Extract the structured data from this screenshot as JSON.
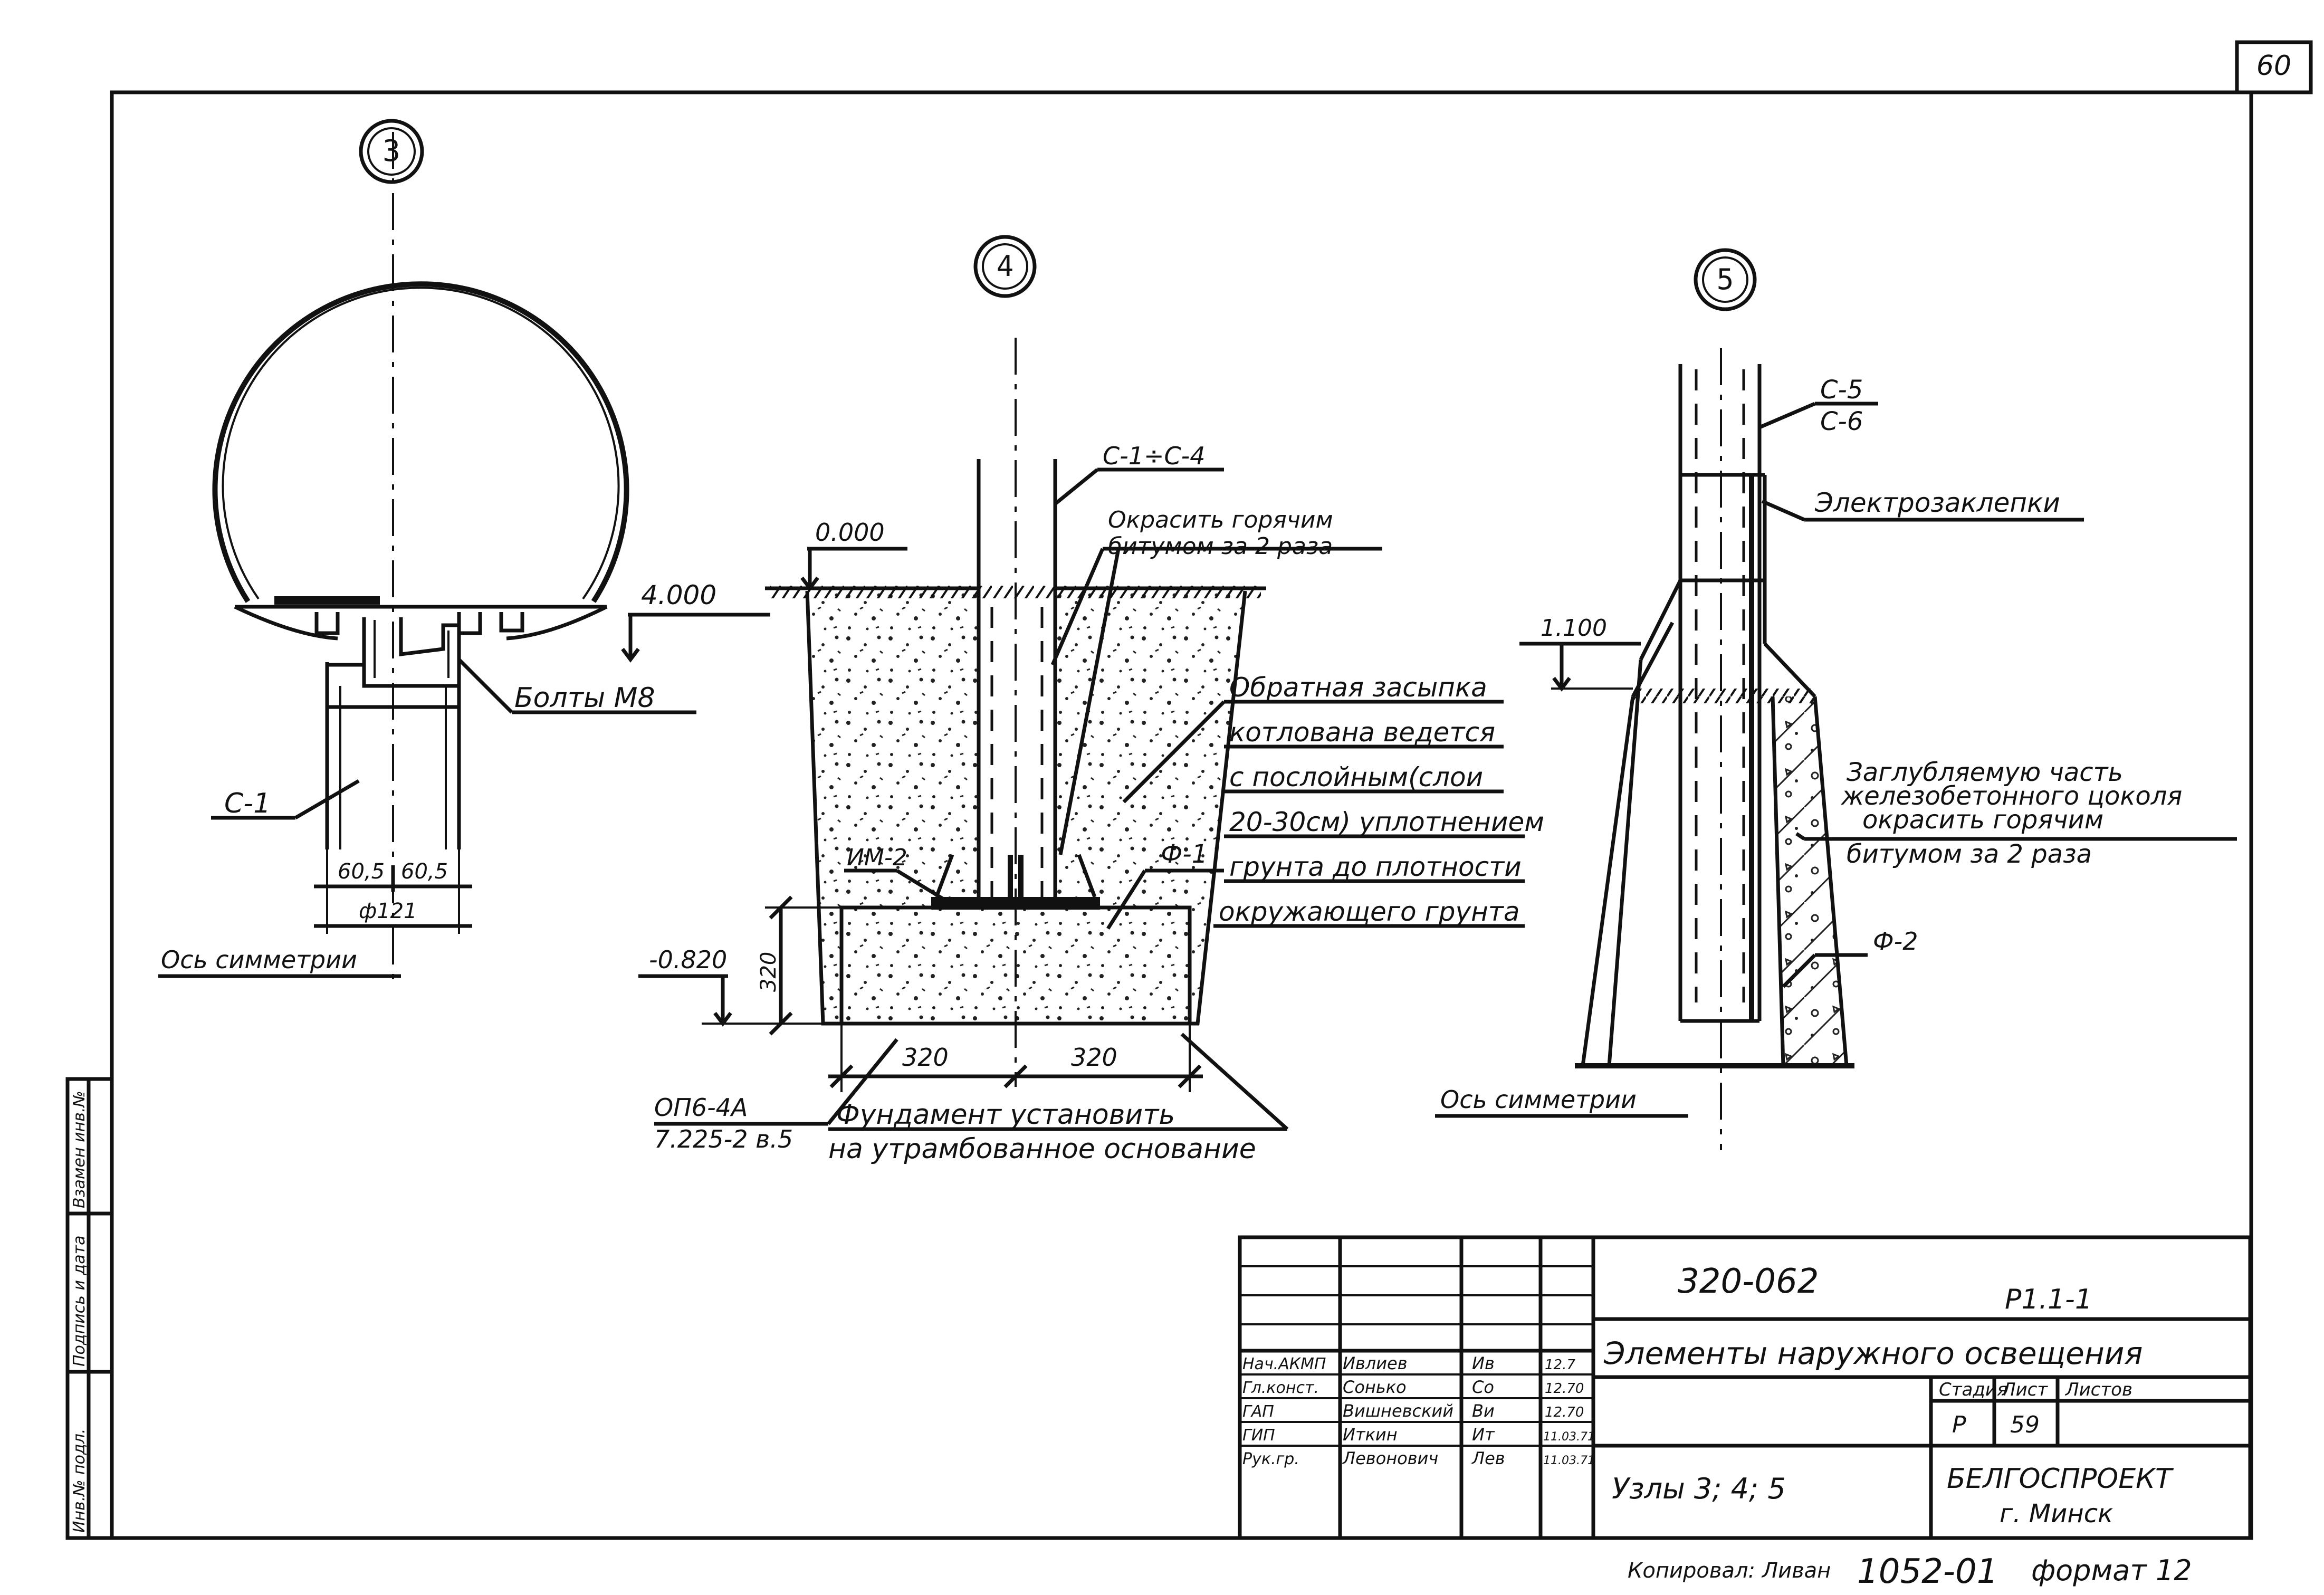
{
  "sheet": {
    "page_number": "60",
    "copied_by": "Копировал:",
    "copied_signature": "Ливан",
    "order_number": "1052-01",
    "format": "формат 12"
  },
  "node3": {
    "marker": "3",
    "level": "4.000",
    "bolts": "Болты М8",
    "part": "С-1",
    "dim_left": "60,5",
    "dim_right": "60,5",
    "diameter": "ф121",
    "axis_label": "Ось симметрии"
  },
  "node4": {
    "marker": "4",
    "pole": "С-1÷С-4",
    "level_top": "0.000",
    "paint_note_1": "Окрасить горячим",
    "paint_note_2": "битумом за 2 раза",
    "fill_lines": [
      "Обратная засыпка",
      "котлована ведется",
      "с послойным(слои",
      "20-30см) уплотнением",
      "грунта до плотности",
      "окружающего грунта"
    ],
    "plate": "ИМ-2",
    "foundation": "Ф-1",
    "level_bottom": "-0.820",
    "depth": "320",
    "dim_left": "320",
    "dim_right": "320",
    "reference_1": "ОП6-4А",
    "reference_2": "7.225-2 в.5",
    "base_note_1": "Фундамент установить",
    "base_note_2": "на утрамбованное основание"
  },
  "node5": {
    "marker": "5",
    "pole_1": "С-5",
    "pole_2": "С-6",
    "rivets": "Электрозаклепки",
    "level": "1.100",
    "note_lines": [
      "Заглубляемую часть",
      "железобетонного цоколя",
      "окрасить горячим",
      "битумом за 2 раза"
    ],
    "foundation": "Ф-2",
    "axis_label": "Ось симметрии"
  },
  "title_block": {
    "doc_code": "320-062",
    "sheet_code": "Р1.1-1",
    "title": "Элементы наружного освещения",
    "subtitle": "Узлы 3; 4; 5",
    "organization_1": "БЕЛГОСПРОЕКТ",
    "organization_2": "г. Минск",
    "col_stage": "Стадия",
    "col_sheet": "Лист",
    "col_sheets": "Листов",
    "stage": "Р",
    "sheet": "59",
    "staff": [
      {
        "role": "Нач.АКМП",
        "name": "Ивлиев",
        "sign": "Ив",
        "date": "12.7"
      },
      {
        "role": "Гл.конст.",
        "name": "Сонько",
        "sign": "Со",
        "date": "12.70"
      },
      {
        "role": "ГАП",
        "name": "Вишневский",
        "sign": "Ви",
        "date": "12.70"
      },
      {
        "role": "ГИП",
        "name": "Иткин",
        "sign": "Ит",
        "date": "11.03.71"
      },
      {
        "role": "Рук.гр.",
        "name": "Левонович",
        "sign": "Лев",
        "date": "11.03.71"
      }
    ]
  },
  "margin_stamp": {
    "cell_1": "Инв.№ подл.",
    "cell_2": "Подпись и дата",
    "cell_3": "Взамен инв.№"
  }
}
